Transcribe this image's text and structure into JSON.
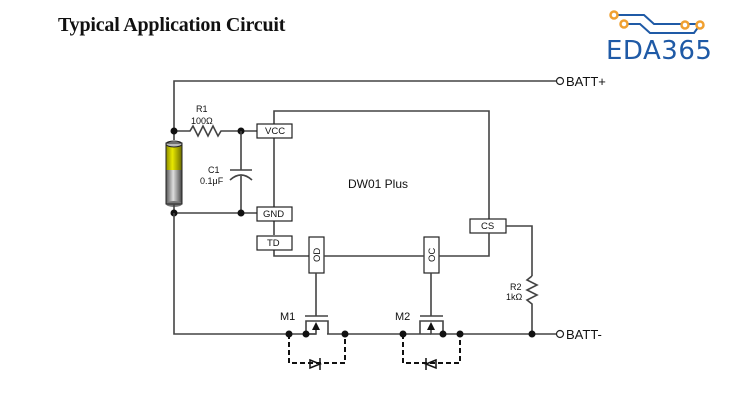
{
  "title": "Typical Application Circuit",
  "logo": {
    "text": "EDA365",
    "brand_color": "#1f5aa6",
    "accent_color": "#f0a030",
    "icon": "circuit-trace-icon"
  },
  "chip": {
    "name": "DW01 Plus",
    "pins": {
      "vcc": "VCC",
      "gnd": "GND",
      "td": "TD",
      "cs": "CS",
      "od": "OD",
      "oc": "OC"
    }
  },
  "components": {
    "r1": {
      "ref": "R1",
      "value": "100Ω"
    },
    "c1": {
      "ref": "C1",
      "value": "0.1μF"
    },
    "r2": {
      "ref": "R2",
      "value": "1kΩ"
    },
    "m1": {
      "ref": "M1"
    },
    "m2": {
      "ref": "M2"
    },
    "battery": {
      "icon": "battery-icon"
    }
  },
  "terminals": {
    "batt_plus": "BATT+",
    "batt_minus": "BATT-"
  }
}
